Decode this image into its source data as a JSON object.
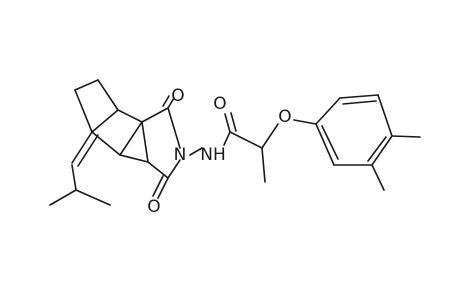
{
  "molecule": {
    "atom_labels": {
      "o_top_imide": "O",
      "o_bottom_imide": "O",
      "n_imide": "N",
      "nh": "NH",
      "o_amide": "O",
      "o_ether": "O"
    }
  }
}
